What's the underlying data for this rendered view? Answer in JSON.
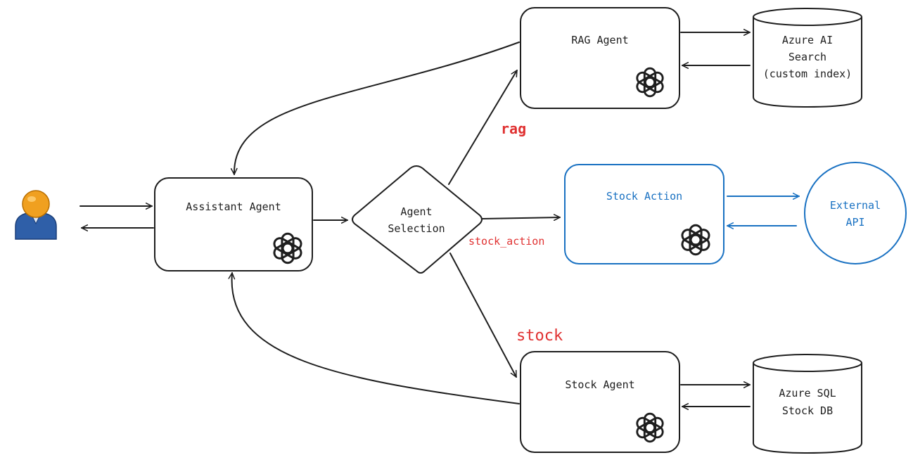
{
  "nodes": {
    "rag_agent": "RAG Agent",
    "azure_ai_search": [
      "Azure AI",
      "Search",
      "(custom index)"
    ],
    "assistant_agent": "Assistant Agent",
    "agent_selection": [
      "Agent",
      "Selection"
    ],
    "stock_action": "Stock Action",
    "external_api": [
      "External",
      "API"
    ],
    "stock_agent": "Stock Agent",
    "azure_sql": [
      "Azure SQL",
      "Stock DB"
    ]
  },
  "edges": {
    "rag": "rag",
    "stock_action": "stock_action",
    "stock": "stock"
  },
  "colors": {
    "stroke": "#1e1e1e",
    "accent_blue": "#1971c2",
    "label_red": "#e03131",
    "user_head": "#f0a020",
    "user_body": "#2f5fa8"
  },
  "icons": [
    "user-icon",
    "openai-logo-icon"
  ]
}
